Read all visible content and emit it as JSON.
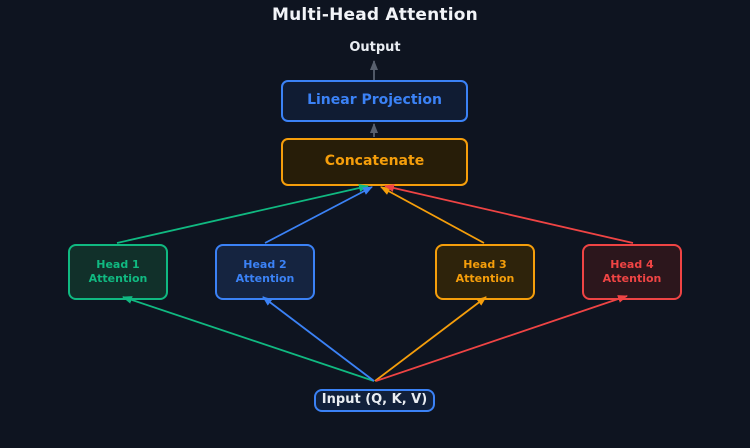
{
  "title": "Multi-Head Attention",
  "output_label": "Output",
  "nodes": {
    "linear_projection": {
      "label": "Linear Projection"
    },
    "concatenate": {
      "label": "Concatenate"
    },
    "input": {
      "label": "Input (Q, K, V)"
    }
  },
  "heads": [
    {
      "line1": "Head 1",
      "line2": "Attention",
      "color": "#10b981"
    },
    {
      "line1": "Head 2",
      "line2": "Attention",
      "color": "#3b82f6"
    },
    {
      "line1": "Head 3",
      "line2": "Attention",
      "color": "#f59e0b"
    },
    {
      "line1": "Head 4",
      "line2": "Attention",
      "color": "#ef4444"
    }
  ],
  "colors": {
    "background": "#0e1420",
    "green": "#10b981",
    "blue": "#3b82f6",
    "orange": "#f59e0b",
    "red": "#ef4444",
    "gray_arrow": "#58606e",
    "title_text": "#f2f4f8"
  }
}
